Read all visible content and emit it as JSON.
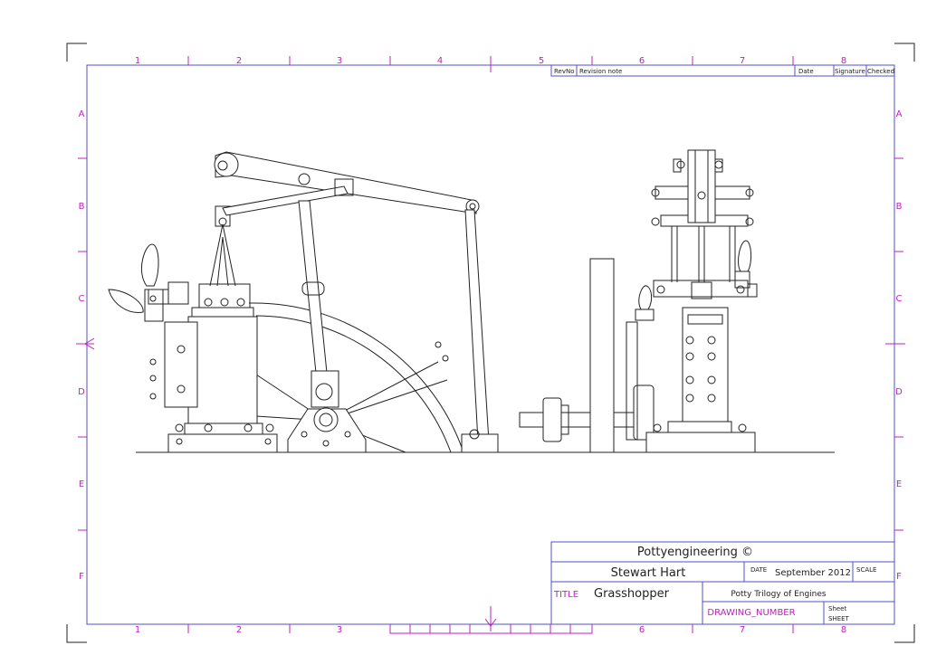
{
  "grid": {
    "columns": [
      "1",
      "2",
      "3",
      "4",
      "5",
      "6",
      "7",
      "8"
    ],
    "rows": [
      "A",
      "B",
      "C",
      "D",
      "E",
      "F"
    ]
  },
  "revision_table": {
    "rev_no": "RevNo",
    "revision_note": "Revision note",
    "date": "Date",
    "signature": "Signature",
    "checked": "Checked"
  },
  "title_block": {
    "company": "Pottyengineering ©",
    "author": "Stewart Hart",
    "date_label": "DATE",
    "date_value": "September 2012",
    "scale_label": "SCALE",
    "title_label": "TITLE",
    "title_value": "Grasshopper",
    "subtitle": "Potty Trilogy of Engines",
    "drawing_number": "DRAWING_NUMBER",
    "sheet_label": "Sheet",
    "sheet_value": "SHEET"
  }
}
